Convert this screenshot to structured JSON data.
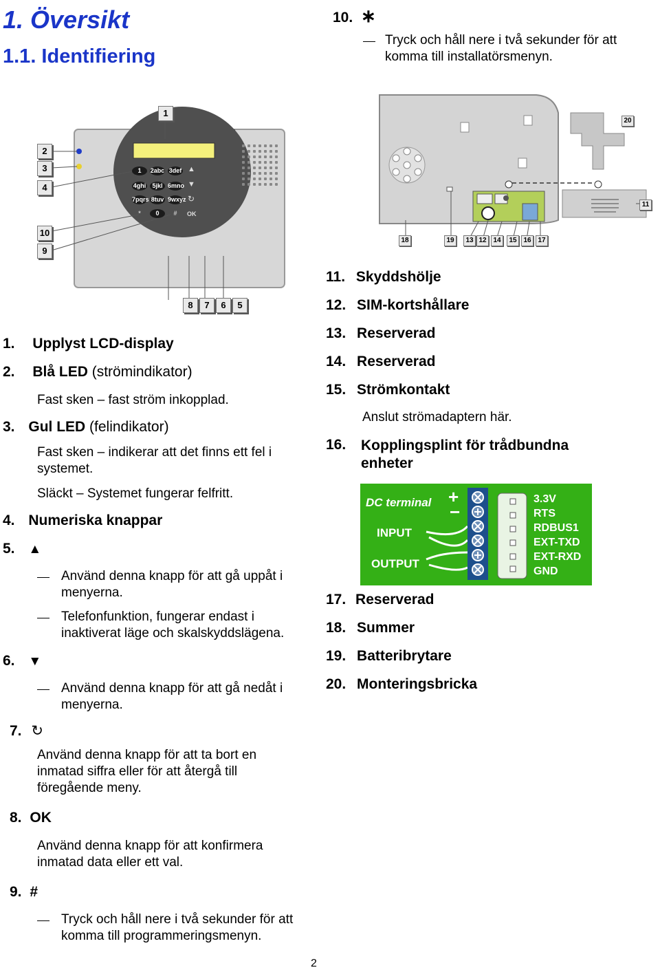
{
  "headings": {
    "h1": "1. Översikt",
    "h2": "1.1. Identifiering"
  },
  "item10": {
    "num": "10.",
    "symbol": "∗",
    "desc": "Tryck och håll nere i två sekunder för att komma till installatörsmenyn."
  },
  "front_panel": {
    "callouts": [
      "1",
      "2",
      "3",
      "4",
      "10",
      "9",
      "8",
      "7",
      "6",
      "5"
    ],
    "keys": [
      "1",
      "2abc",
      "3def",
      "4ghi",
      "5jkl",
      "6mno",
      "7pqrs",
      "8tuv",
      "9wxyz",
      "*",
      "0",
      "#"
    ],
    "ok_label": "OK"
  },
  "back_panel": {
    "callouts": [
      "20",
      "11",
      "18",
      "19",
      "13",
      "12",
      "14",
      "15",
      "16",
      "17"
    ]
  },
  "left_list": {
    "i1": {
      "num": "1.",
      "label": "Upplyst LCD-display"
    },
    "i2": {
      "num": "2.",
      "label": "Blå LED",
      "note": " (strömindikator)",
      "desc": "Fast sken – fast ström inkopplad."
    },
    "i3": {
      "num": "3.",
      "label": "Gul LED",
      "note": " (felindikator)",
      "desc1": "Fast sken – indikerar att det finns ett fel i systemet.",
      "desc2": "Släckt – Systemet fungerar felfritt."
    },
    "i4": {
      "num": "4.",
      "label": "Numeriska knappar"
    },
    "i5": {
      "num": "5.",
      "symbol": "▲",
      "d1": "Använd denna knapp för att gå uppåt i menyerna.",
      "d2": "Telefonfunktion, fungerar endast i inaktiverat läge och skalskyddslägena."
    },
    "i6": {
      "num": "6.",
      "symbol": "▼",
      "d1": "Använd denna knapp för att gå nedåt i menyerna."
    },
    "i7": {
      "num": "7.",
      "symbol": "↻",
      "desc": "Använd denna knapp för att ta bort en inmatad siffra eller för att återgå till föregående meny."
    },
    "i8": {
      "num": "8.",
      "label": "OK",
      "desc": "Använd denna knapp för att konfirmera inmatad data eller ett val."
    },
    "i9": {
      "num": "9.",
      "label": "#",
      "desc": "Tryck och håll nere i två sekunder för att komma till programmeringsmenyn."
    }
  },
  "right_list": {
    "i11": {
      "num": "11.",
      "label": "Skyddshölje"
    },
    "i12": {
      "num": "12.",
      "label": "SIM-kortshållare"
    },
    "i13": {
      "num": "13.",
      "label": "Reserverad"
    },
    "i14": {
      "num": "14.",
      "label": "Reserverad"
    },
    "i15": {
      "num": "15.",
      "label": "Strömkontakt",
      "desc": "Anslut strömadaptern här."
    },
    "i16": {
      "num": "16.",
      "label": "Kopplingsplint för trådbundna enheter"
    },
    "i17": {
      "num": "17.",
      "label": "Reserverad"
    },
    "i18": {
      "num": "18.",
      "label": "Summer"
    },
    "i19": {
      "num": "19.",
      "label": "Batteribrytare"
    },
    "i20": {
      "num": "20.",
      "label": "Monteringsbricka"
    }
  },
  "terminal_block": {
    "left_labels": [
      "DC terminal",
      "INPUT",
      "OUTPUT"
    ],
    "polarity": [
      "+",
      "−"
    ],
    "right_labels": [
      "3.3V",
      "RTS",
      "RDBUS1",
      "EXT-TXD",
      "EXT-RXD",
      "GND"
    ],
    "colors": {
      "background": "#34b016",
      "label": "#ffffff"
    }
  },
  "page_number": "2"
}
